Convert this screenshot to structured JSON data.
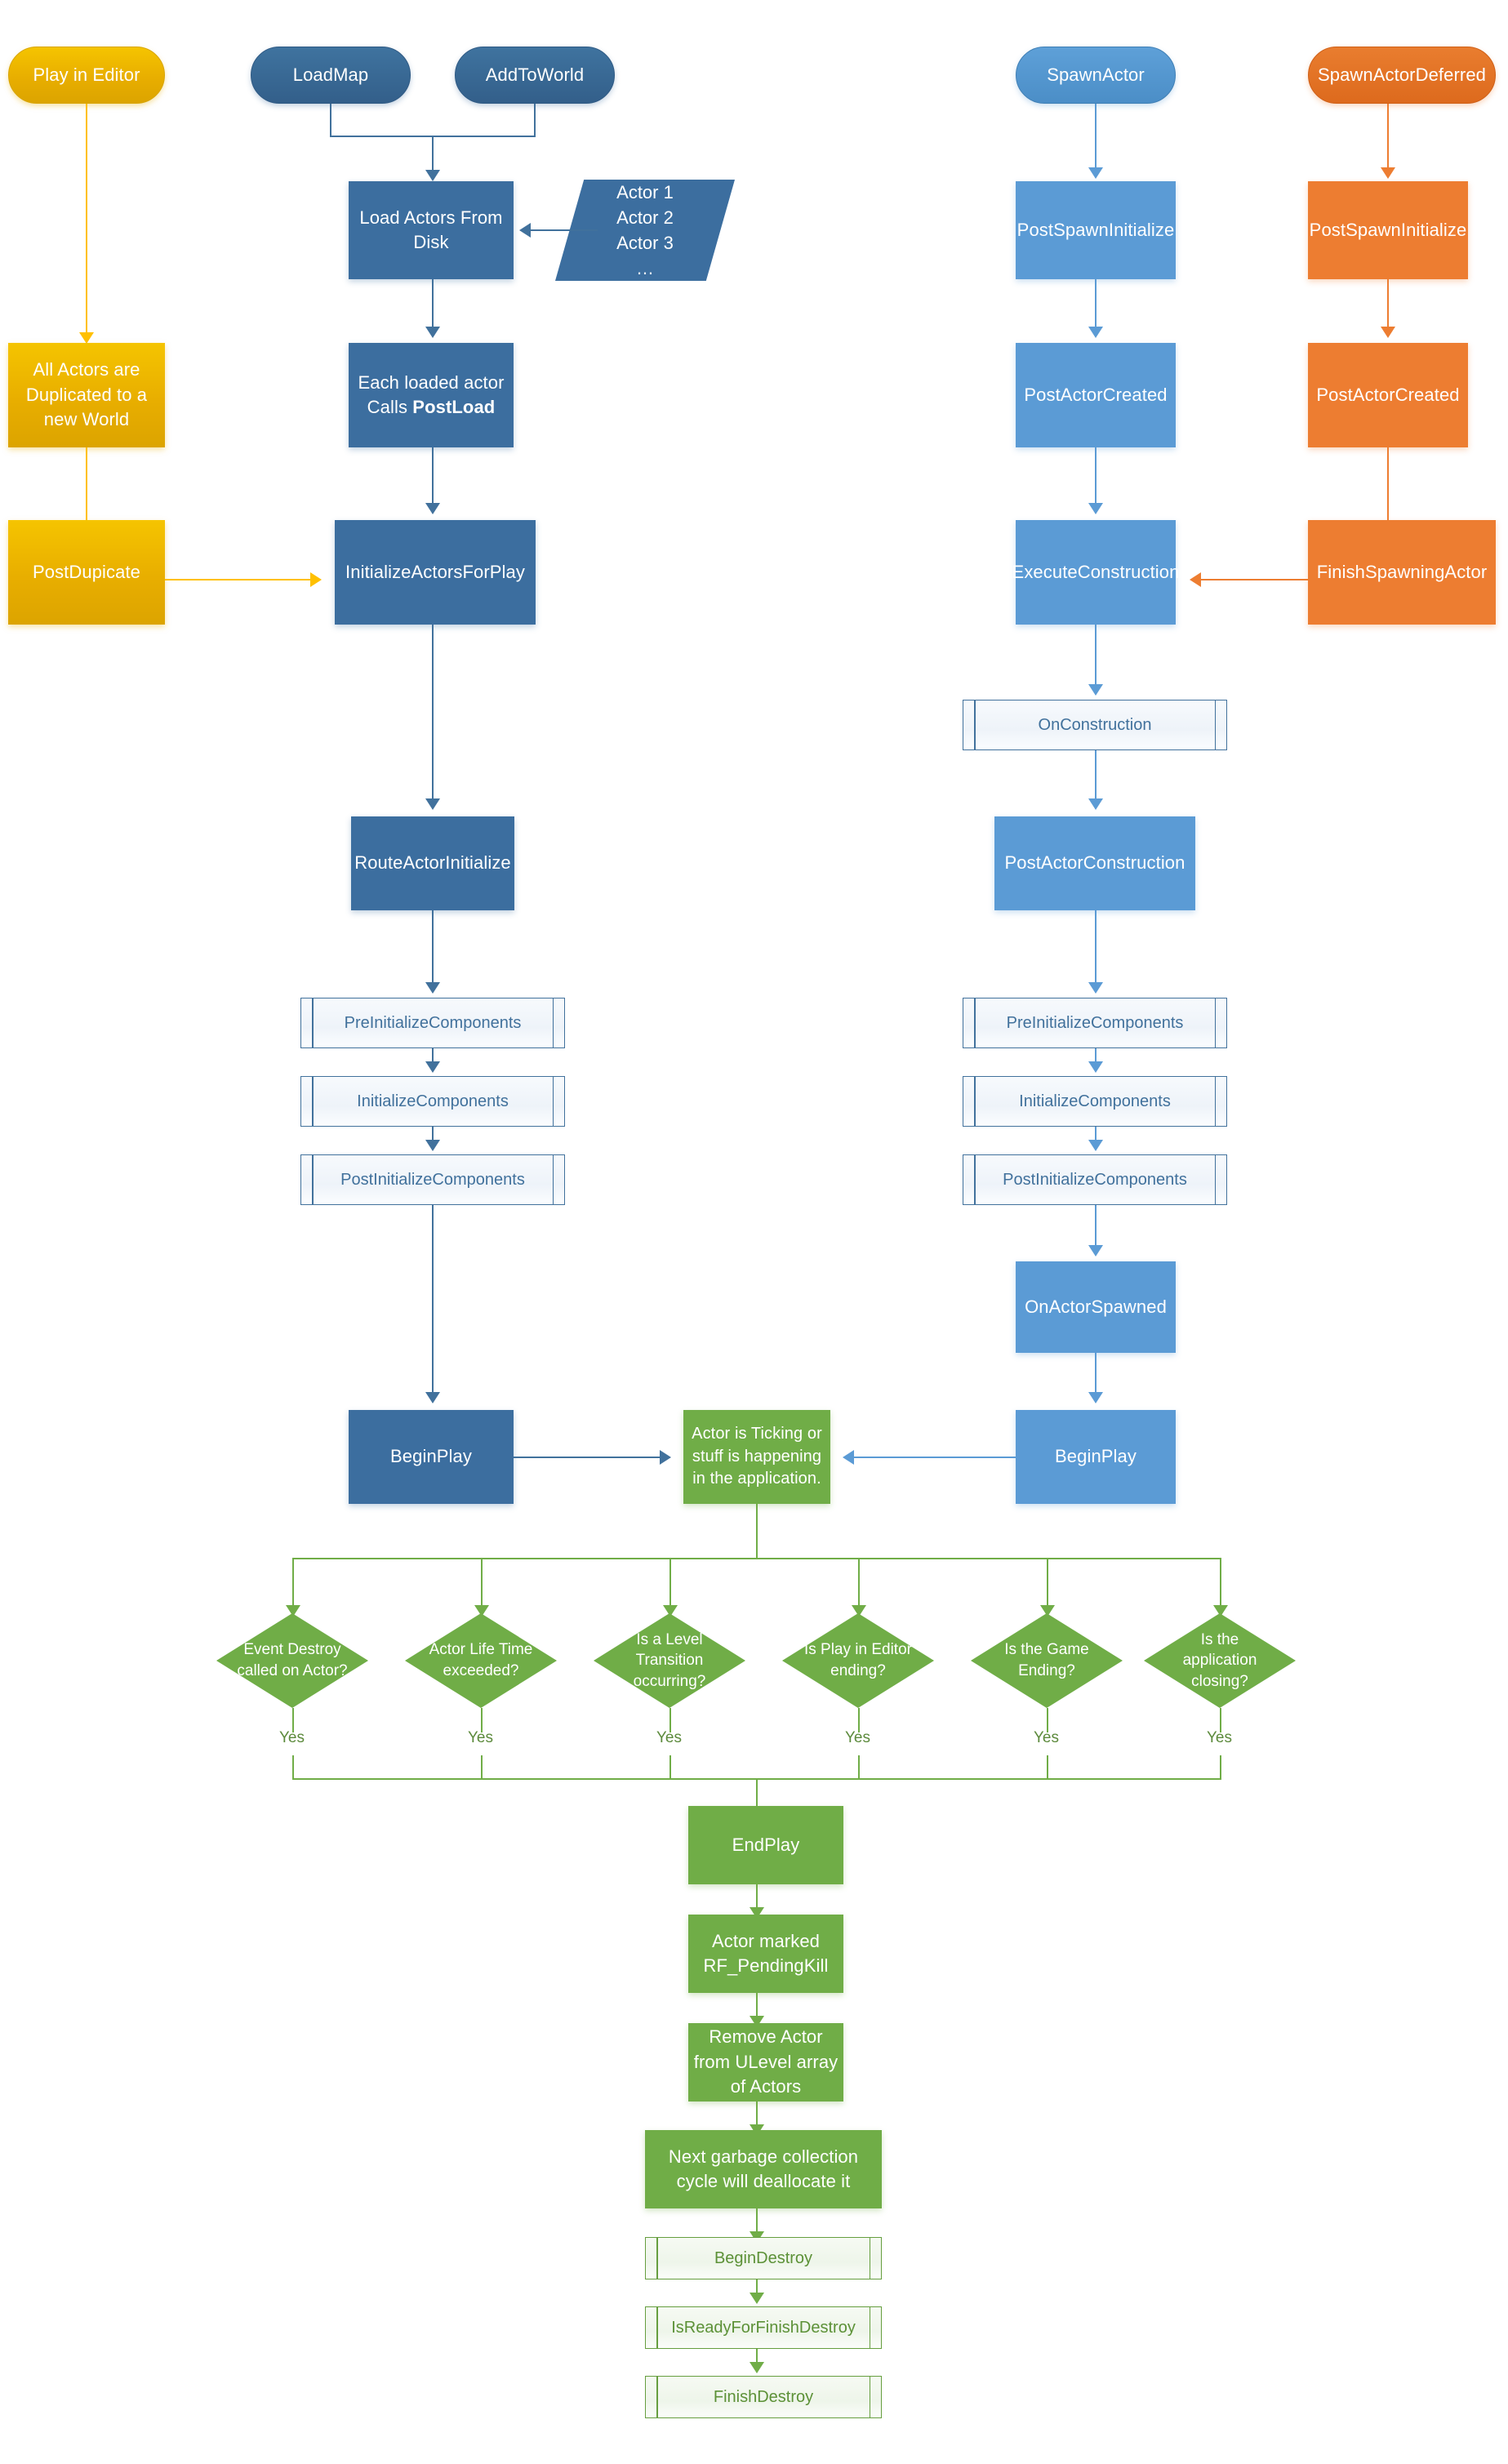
{
  "diagram": {
    "title": "Unreal Engine Actor Lifecycle Flowchart",
    "colors": {
      "dark_blue": "#3c6e9f",
      "mid_blue": "#5b9bd5",
      "orange": "#ed7d31",
      "yellow": "#e8ae00",
      "green": "#70ad47",
      "subprocess_outline_blue": "#41719c",
      "subprocess_outline_green": "#669e3f"
    },
    "lanes": [
      {
        "name": "play-in-editor-lane",
        "accent": "#ffc000"
      },
      {
        "name": "load-map-lane",
        "accent": "#41719c"
      },
      {
        "name": "spawn-actor-lane",
        "accent": "#5b9bd5"
      },
      {
        "name": "spawn-actor-deferred-lane",
        "accent": "#ed7d31"
      },
      {
        "name": "destroy-lane",
        "accent": "#70ad47"
      }
    ]
  },
  "nodes": {
    "play_in_editor": "Play in Editor",
    "load_map": "LoadMap",
    "add_to_world": "AddToWorld",
    "spawn_actor": "SpawnActor",
    "spawn_actor_deferred": "SpawnActorDeferred",
    "load_actors_from_disk": "Load Actors From Disk",
    "actors_data": "Actor 1\nActor 2\nActor 3\n…",
    "actors_data_lines": [
      "Actor 1",
      "Actor 2",
      "Actor 3",
      "…"
    ],
    "post_spawn_initialize_blue": "PostSpawnInitialize",
    "post_spawn_initialize_orange": "PostSpawnInitialize",
    "all_actors_duplicated": "All Actors are Duplicated to a new World",
    "each_loaded_actor_prefix": "Each loaded actor Calls ",
    "each_loaded_actor_bold": "PostLoad",
    "post_actor_created_blue": "PostActorCreated",
    "post_actor_created_orange": "PostActorCreated",
    "post_duplicate": "PostDupicate",
    "initialize_actors_for_play": "InitializeActorsForPlay",
    "execute_construction": "ExecuteConstruction",
    "finish_spawning_actor": "FinishSpawningActor",
    "on_construction": "OnConstruction",
    "route_actor_initialize": "RouteActorInitialize",
    "post_actor_construction": "PostActorConstruction",
    "pre_initialize_components_left": "PreInitializeComponents",
    "initialize_components_left": "InitializeComponents",
    "post_initialize_components_left": "PostInitializeComponents",
    "pre_initialize_components_right": "PreInitializeComponents",
    "initialize_components_right": "InitializeComponents",
    "post_initialize_components_right": "PostInitializeComponents",
    "on_actor_spawned": "OnActorSpawned",
    "begin_play_left": "BeginPlay",
    "begin_play_right": "BeginPlay",
    "actor_is_ticking": "Actor is Ticking or stuff is happening in the application.",
    "end_play": "EndPlay",
    "actor_marked_pendingkill": "Actor marked RF_PendingKill",
    "remove_actor_from_ulevel": "Remove Actor from ULevel array of Actors",
    "next_gc_cycle": "Next garbage collection cycle will deallocate it",
    "begin_destroy": "BeginDestroy",
    "is_ready_for_finish_destroy": "IsReadyForFinishDestroy",
    "finish_destroy": "FinishDestroy"
  },
  "decisions": [
    {
      "id": "event-destroy-called",
      "label": "Event Destroy called on Actor?",
      "branch": "Yes"
    },
    {
      "id": "actor-life-time",
      "label": "Actor Life Time exceeded?",
      "branch": "Yes"
    },
    {
      "id": "level-transition",
      "label": "Is a Level Transition occurring?",
      "branch": "Yes"
    },
    {
      "id": "play-in-editor-ending",
      "label": "Is Play in Editor ending?",
      "branch": "Yes"
    },
    {
      "id": "game-ending",
      "label": "Is the Game Ending?",
      "branch": "Yes"
    },
    {
      "id": "application-closing",
      "label": "Is the application closing?",
      "branch": "Yes"
    }
  ]
}
